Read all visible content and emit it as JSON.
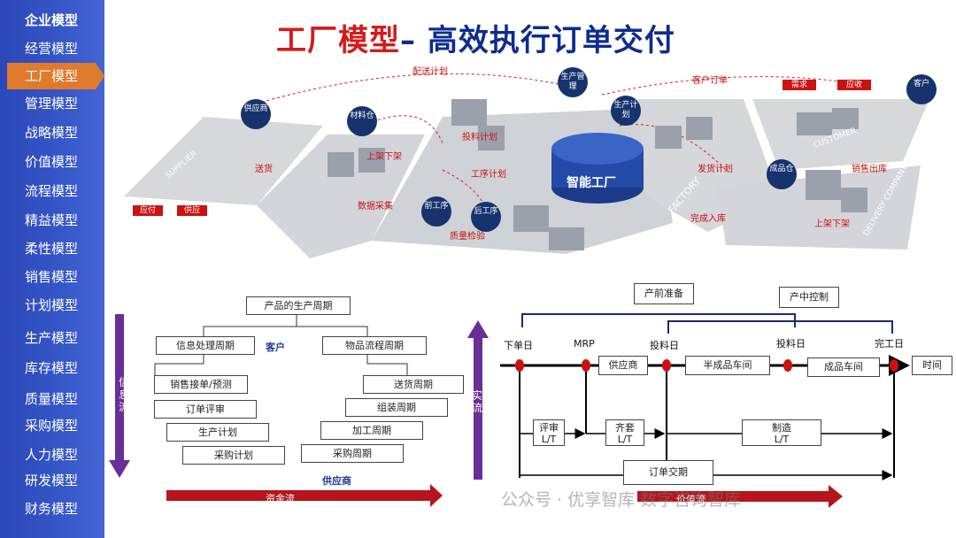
{
  "sidebar": {
    "items": [
      {
        "label": "企业模型",
        "state": "head"
      },
      {
        "label": "经营模型",
        "state": ""
      },
      {
        "label": "工厂模型",
        "state": "active"
      },
      {
        "label": "管理模型",
        "state": ""
      },
      {
        "label": "战略模型",
        "state": ""
      },
      {
        "label": "价值模型",
        "state": ""
      },
      {
        "label": "流程模型",
        "state": ""
      },
      {
        "label": "精益模型",
        "state": ""
      },
      {
        "label": "柔性模型",
        "state": ""
      },
      {
        "label": "销售模型",
        "state": ""
      },
      {
        "label": "计划模型",
        "state": ""
      },
      {
        "label": "生产模型",
        "state": ""
      },
      {
        "label": "库存模型",
        "state": ""
      },
      {
        "label": "质量模型",
        "state": ""
      },
      {
        "label": "采购模型",
        "state": ""
      },
      {
        "label": "人力模型",
        "state": ""
      },
      {
        "label": "研发模型",
        "state": ""
      },
      {
        "label": "财务模型",
        "state": ""
      }
    ]
  },
  "title": {
    "part1": "工厂模型",
    "part2": "– 高效执行订单交付"
  },
  "illustration": {
    "center": "智能工厂",
    "bubbles": [
      "供应商",
      "材料仓",
      "生产管理",
      "生产计划",
      "前工序",
      "后工序",
      "成品仓",
      "客户"
    ],
    "labels": [
      "配送计划",
      "客户订单",
      "送货",
      "投料计划",
      "上架下架",
      "工序计划",
      "发货计划",
      "销售出库",
      "数据采集",
      "质量检验",
      "完成入库",
      "上架下架"
    ],
    "redboxes": [
      "应付",
      "供应",
      "需求",
      "应收"
    ],
    "wall_texts": [
      "SUPPLIER",
      "FACTORY",
      "CUSTOMER",
      "DELIVERY COMPANY"
    ]
  },
  "cycle": {
    "root": "产品的生产周期",
    "left_head": "信息处理周期",
    "right_head": "物品流程周期",
    "customer": "客户",
    "supplier": "供应商",
    "left_items": [
      "销售接单/预测",
      "订单评审",
      "生产计划",
      "采购计划"
    ],
    "right_items": [
      "送货周期",
      "组装周期",
      "加工周期",
      "采购周期"
    ],
    "info_flow": "信息流",
    "fund_flow": "资金流",
    "material_flow": "实流"
  },
  "timeline": {
    "pre_prep": "产前准备",
    "in_control": "产中控制",
    "milestones": [
      "下单日",
      "MRP",
      "投料日",
      "投料日",
      "完工日"
    ],
    "stages": [
      "供应商",
      "半成品车间",
      "成品车间",
      "时间"
    ],
    "lt": [
      {
        "a": "评审",
        "b": "L/T"
      },
      {
        "a": "齐套",
        "b": "L/T"
      },
      {
        "a": "制造",
        "b": "L/T"
      }
    ],
    "order_lead": "订单交期",
    "value_flow": "价值流"
  },
  "watermark": "公众号 · 优享智库 数字咨询智库"
}
